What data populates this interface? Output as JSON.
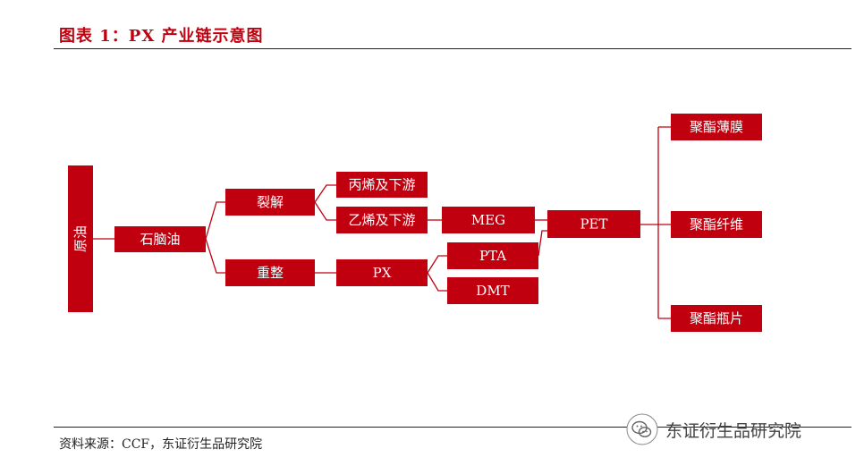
{
  "header": {
    "title": "图表 1：PX 产业链示意图"
  },
  "nodes": {
    "crude_oil": "原油",
    "naphtha": "石脑油",
    "cracking": "裂解",
    "reforming": "重整",
    "propylene": "丙烯及下游",
    "ethylene": "乙烯及下游",
    "meg": "MEG",
    "px": "PX",
    "pta": "PTA",
    "dmt": "DMT",
    "pet": "PET",
    "film": "聚酯薄膜",
    "fiber": "聚酯纤维",
    "bottle": "聚酯瓶片"
  },
  "footer": {
    "source": "资料来源：CCF，东证衍生品研究院",
    "watermark": "东证衍生品研究院",
    "watermark_icon": "wechat-icon"
  },
  "colors": {
    "accent": "#c0000f",
    "text": "#222222"
  }
}
